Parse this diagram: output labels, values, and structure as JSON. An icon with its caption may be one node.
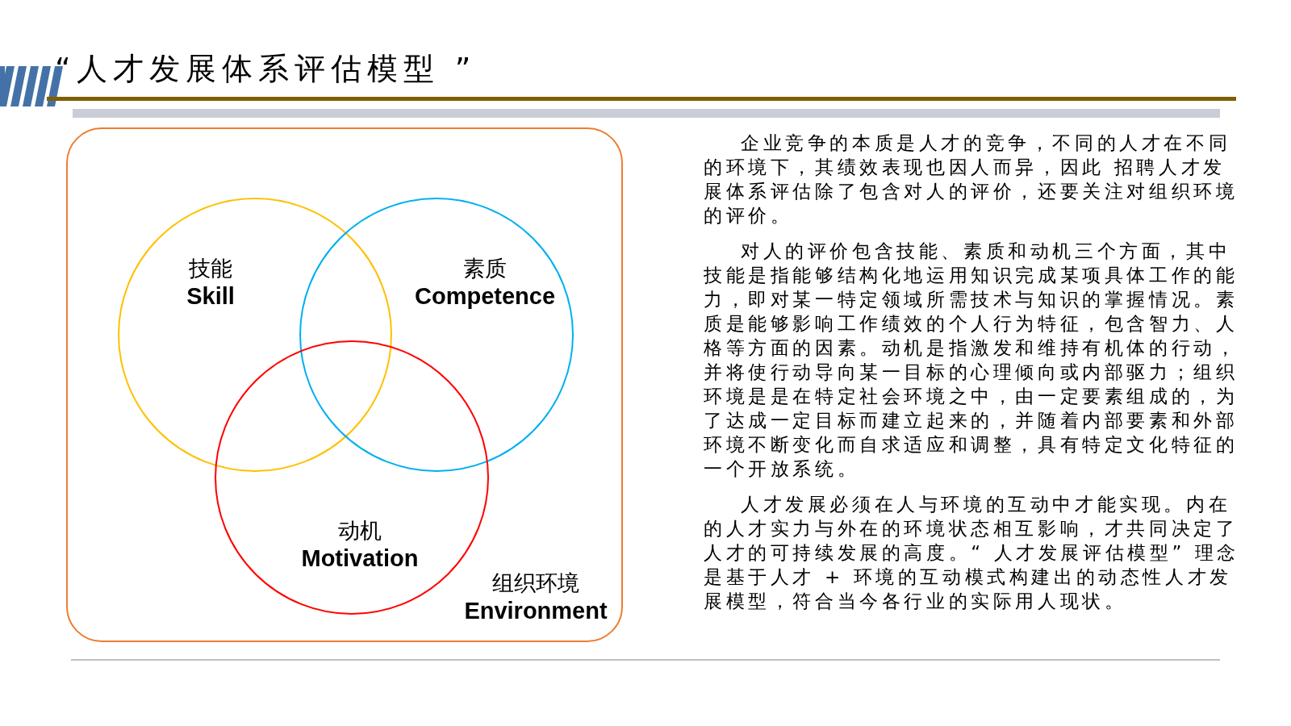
{
  "diagram": {
    "title": "“人才发展体系评估模型 ”",
    "nodes": [
      {
        "text": [
          "组织环境",
          "Environment"
        ]
      },
      {
        "text": [
          "技能",
          "Skill"
        ],
        "in": 0
      },
      {
        "text": [
          "素质",
          "Competence"
        ],
        "in": 0
      },
      {
        "text": [
          "动机",
          "Motivation"
        ],
        "in": 0
      }
    ],
    "labels": [
      "企业竞争的本质是人才的竞争，不同的人才在不同的环境下，其绩效表现也因人而异，因此 招聘人才发展体系评估除了包含对人的评价，还要关注对组织环境的评价。",
      "对人的评价包含技能、素质和动机三个方面，其中技能是指能够结构化地运用知识完成某项具体工作的能力，即对某一特定领域所需技术与知识的掌握情况。素质是能够影响工作绩效的个人行为特征，包含智力、人格等方面的因素。动机是指激发和维持有机体的行动，并将使行动导向某一目标的心理倾向或内部驱力；组织环境是是在特定社会环境之中，由一定要素组成的，为了达成一定目标而建立起来的，并随着内部要素和外部环境不断变化而自求适应和调整，具有特定文化特征的一个开放系统。",
      "人才发展必须在人与环境的互动中才能实现。内在的人才实力与外在的环境状态相互影响，才共同决定了人才的可持续发展的高度。“ 人才发展评估模型” 理念是基于人才 + 环境的互动模式构建出的动态性人才发展模型，符合当今各行业的实际用人现状。"
    ]
  }
}
